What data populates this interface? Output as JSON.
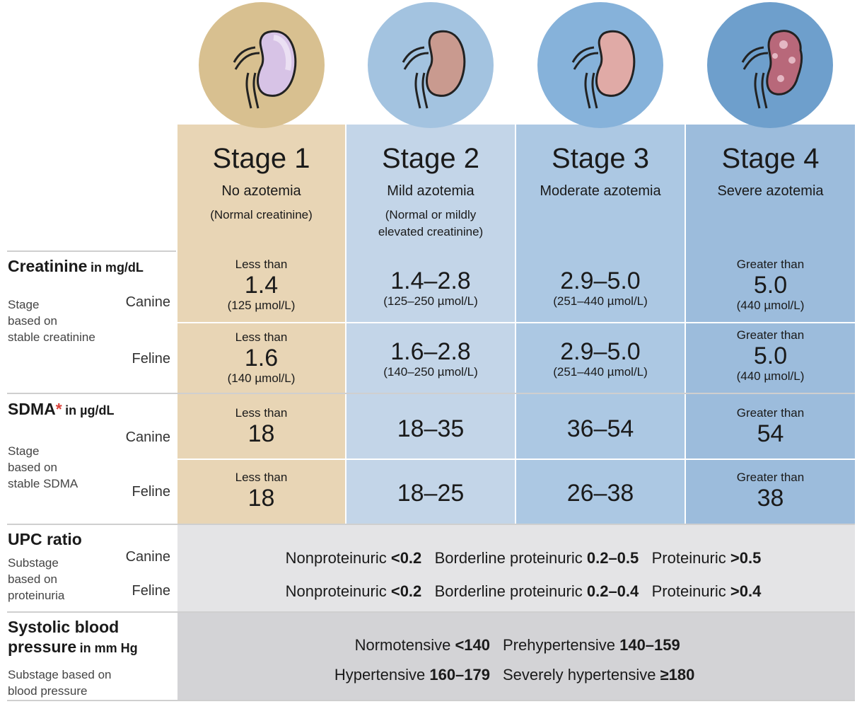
{
  "stages": [
    {
      "title": "Stage 1",
      "subtitle": "No azotemia",
      "note": "(Normal creatinine)"
    },
    {
      "title": "Stage 2",
      "subtitle": "Mild azotemia",
      "note": "(Normal or mildly elevated creatinine)"
    },
    {
      "title": "Stage 3",
      "subtitle": "Moderate azotemia",
      "note": ""
    },
    {
      "title": "Stage 4",
      "subtitle": "Severe azotemia",
      "note": ""
    }
  ],
  "creatinine": {
    "heading": "Creatinine",
    "unit": "in mg/dL",
    "desc_1": "Stage",
    "desc_2": "based on",
    "desc_3": "stable creatinine",
    "canine_label": "Canine",
    "feline_label": "Feline",
    "canine": [
      {
        "pre": "Less than",
        "value": "1.4",
        "si": "(125 µmol/L)"
      },
      {
        "pre": "",
        "value": "1.4–2.8",
        "si": "(125–250 µmol/L)"
      },
      {
        "pre": "",
        "value": "2.9–5.0",
        "si": "(251–440 µmol/L)"
      },
      {
        "pre": "Greater than",
        "value": "5.0",
        "si": "(440 µmol/L)"
      }
    ],
    "feline": [
      {
        "pre": "Less than",
        "value": "1.6",
        "si": "(140 µmol/L)"
      },
      {
        "pre": "",
        "value": "1.6–2.8",
        "si": "(140–250 µmol/L)"
      },
      {
        "pre": "",
        "value": "2.9–5.0",
        "si": "(251–440 µmol/L)"
      },
      {
        "pre": "Greater than",
        "value": "5.0",
        "si": "(440 µmol/L)"
      }
    ]
  },
  "sdma": {
    "heading": "SDMA",
    "star": "*",
    "unit": "in µg/dL",
    "desc_1": "Stage",
    "desc_2": "based on",
    "desc_3": "stable SDMA",
    "canine_label": "Canine",
    "feline_label": "Feline",
    "canine": [
      {
        "pre": "Less than",
        "value": "18"
      },
      {
        "pre": "",
        "value": "18–35"
      },
      {
        "pre": "",
        "value": "36–54"
      },
      {
        "pre": "Greater than",
        "value": "54"
      }
    ],
    "feline": [
      {
        "pre": "Less than",
        "value": "18"
      },
      {
        "pre": "",
        "value": "18–25"
      },
      {
        "pre": "",
        "value": "26–38"
      },
      {
        "pre": "Greater than",
        "value": "38"
      }
    ]
  },
  "upc": {
    "heading": "UPC ratio",
    "desc_1": "Substage",
    "desc_2": "based on",
    "desc_3": "proteinuria",
    "canine_label": "Canine",
    "feline_label": "Feline",
    "canine": {
      "a": "Nonproteinuric ",
      "a_val": "<0.2",
      "b": "Borderline proteinuric ",
      "b_val": "0.2–0.5",
      "c": "Proteinuric ",
      "c_val": ">0.5"
    },
    "feline": {
      "a": "Nonproteinuric ",
      "a_val": "<0.2",
      "b": "Borderline proteinuric ",
      "b_val": "0.2–0.4",
      "c": "Proteinuric ",
      "c_val": ">0.4"
    }
  },
  "bp": {
    "heading_1": "Systolic blood",
    "heading_2": "pressure",
    "unit": "in mm Hg",
    "desc_1": "Substage based on",
    "desc_2": "blood pressure",
    "row1": {
      "a": "Normotensive ",
      "a_val": "<140",
      "b": "Prehypertensive ",
      "b_val": "140–159"
    },
    "row2": {
      "a": "Hypertensive ",
      "a_val": "160–179",
      "b": "Severely hypertensive ",
      "b_val": "≥180"
    }
  },
  "colors": {
    "stage1_bg": "#e8d5b5",
    "stage1_circle": "#d8c090",
    "stage2_bg": "#c3d5e8",
    "stage2_circle": "#a3c3e0",
    "stage3_bg": "#acc8e3",
    "stage3_circle": "#86b2da",
    "stage4_bg": "#9cbcdc",
    "stage4_circle": "#6e9fcc",
    "upc_bg": "#e4e4e6",
    "bp_bg": "#d3d3d6"
  }
}
